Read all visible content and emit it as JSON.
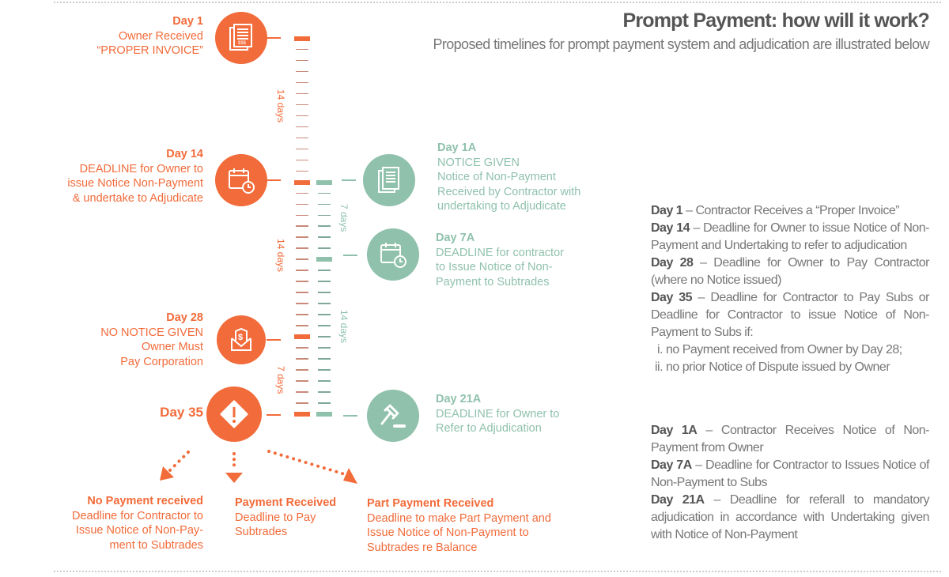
{
  "header": {
    "title": "Prompt Payment: how will it work?",
    "subtitle": "Proposed timelines for prompt payment system and adjudication are illustrated below"
  },
  "owner_timeline": [
    {
      "day": "Day 1",
      "lines": [
        "Owner Received",
        "“PROPER INVOICE”"
      ],
      "icon": "invoice-icon"
    },
    {
      "day": "Day 14",
      "lines": [
        "DEADLINE for Owner to",
        "issue Notice Non-Payment",
        "& undertake to Adjudicate"
      ],
      "icon": "calendar-clock-icon"
    },
    {
      "day": "Day 28",
      "lines": [
        "NO NOTICE GIVEN",
        "Owner Must",
        "Pay Corporation"
      ],
      "icon": "money-envelope-icon"
    },
    {
      "day": "Day 35",
      "lines": [],
      "icon": "warning-icon"
    }
  ],
  "contractor_timeline": [
    {
      "day": "Day 1A",
      "lines": [
        "NOTICE GIVEN",
        "Notice of Non-Payment",
        "Received by Contractor with",
        "undertaking to Adjudicate"
      ],
      "icon": "document-icon"
    },
    {
      "day": "Day 7A",
      "lines": [
        "DEADLINE for contractor",
        "to Issue Notice of Non-",
        "Payment to Subtrades"
      ],
      "icon": "calendar-clock-icon"
    },
    {
      "day": "Day 21A",
      "lines": [
        "DEADLINE for Owner to",
        "Refer to Adjudication"
      ],
      "icon": "gavel-icon"
    }
  ],
  "intervals": {
    "a": "14 days",
    "b": "14 days",
    "c": "7 days",
    "d": "7 days",
    "e": "14 days"
  },
  "outcomes": [
    {
      "title": "No Payment received",
      "lines": [
        "Deadline for Contractor to",
        "Issue Notice of Non-Pay-",
        "ment to Subtrades"
      ]
    },
    {
      "title": "Payment Received",
      "lines": [
        "Deadline to Pay",
        "Subtrades"
      ]
    },
    {
      "title": "Part Payment Received",
      "lines": [
        "Deadline to make Part Payment and",
        "Issue Notice  of Non-Payment to",
        "Subtrades re Balance"
      ]
    }
  ],
  "legend": {
    "group1": [
      {
        "day": "Day 1",
        "text": " – Contractor Receives a “Proper Invoice”"
      },
      {
        "day": "Day 14",
        "text": " – Deadline for Owner to issue Notice of Non-Payment and Undertaking to refer to adjudication"
      },
      {
        "day": "Day 28",
        "text": " – Deadline for Owner to Pay Contractor (where no Notice issued)"
      },
      {
        "day": "Day 35",
        "text": " – Deadline for Contractor to Pay Subs or Deadline for Contractor to issue Notice of Non-Payment to Subs if:"
      }
    ],
    "conditions": [
      "i. no Payment received from Owner by Day 28;",
      "ii. no prior Notice of Dispute issued by Owner"
    ],
    "group2": [
      {
        "day": "Day 1A",
        "text": " – Contractor Receives Notice of Non-Payment from Owner"
      },
      {
        "day": "Day 7A",
        "text": " – Deadline for Contractor to Issues Notice of Non-Payment to Subs"
      },
      {
        "day": "Day 21A",
        "text": " – Deadline for referall to mandatory adjudication in accordance with Undertaking given with Notice of Non-Payment"
      }
    ]
  },
  "colors": {
    "orange": "#f26b3a",
    "green": "#8fc1ac",
    "text": "#777777"
  }
}
